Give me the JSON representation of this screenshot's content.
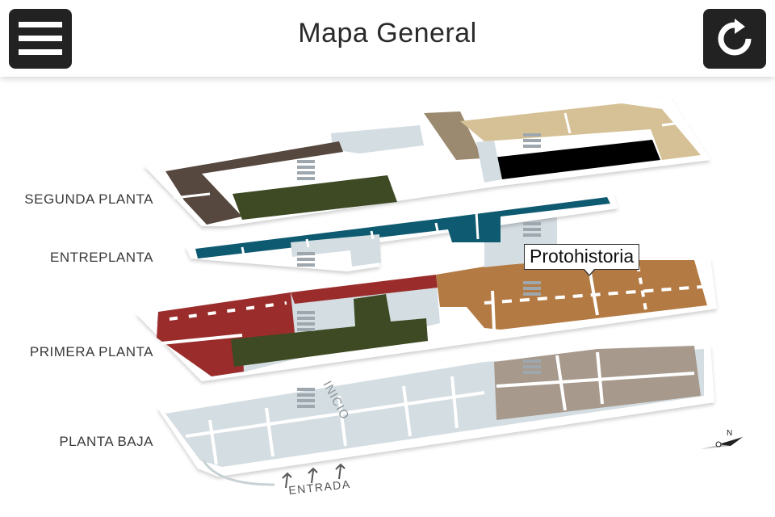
{
  "header": {
    "title": "Mapa General",
    "menu_icon": "hamburger-menu-icon",
    "reload_icon": "reload-icon"
  },
  "floors": [
    {
      "id": "segunda",
      "label": "SEGUNDA PLANTA"
    },
    {
      "id": "entreplanta",
      "label": "ENTREPLANTA"
    },
    {
      "id": "primera",
      "label": "PRIMERA PLANTA"
    },
    {
      "id": "baja",
      "label": "PLANTA BAJA"
    }
  ],
  "map": {
    "tooltip": "Protohistoria",
    "inicio_label": "INICIO",
    "entrada_label": "ENTRADA",
    "compass_label": "N"
  },
  "colors": {
    "dark_brown": "#56473f",
    "olive": "#3d4a23",
    "taupe": "#9c8a70",
    "tan": "#d6c197",
    "black": "#000000",
    "teal": "#0e5a70",
    "red": "#9a2d2b",
    "ochre": "#b47a43",
    "grey_brown": "#a79a8d",
    "light_blue": "#d4dde2"
  }
}
